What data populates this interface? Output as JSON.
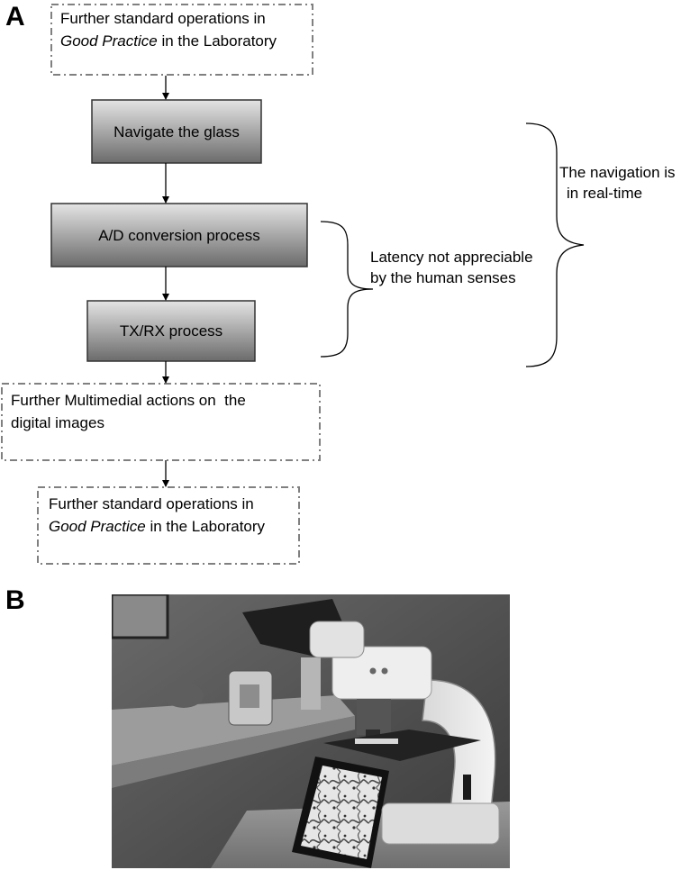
{
  "panel_a": {
    "label": "A",
    "top_box": {
      "line1": "Further standard operations in",
      "line2_italic": "Good Practice",
      "line2_rest": " in the Laboratory"
    },
    "steps": [
      "Navigate the glass",
      "A/D conversion process",
      "TX/RX process"
    ],
    "multimedia_box": {
      "line1": "Further Multimedial actions on  the",
      "line2": "digital images"
    },
    "bottom_box": {
      "line1": "Further standard operations in",
      "line2_italic": "Good Practice",
      "line2_rest": " in the Laboratory"
    },
    "latency_note": {
      "line1": "Latency not appreciable",
      "line2": "by the human senses"
    },
    "realtime_note": {
      "line1": "The navigation is",
      "line2": "in real-time"
    }
  },
  "panel_b": {
    "label": "B"
  },
  "colors": {
    "grad_top": "#e4e4e4",
    "grad_bottom": "#6b6b6b",
    "dashed_border": "#808080"
  }
}
